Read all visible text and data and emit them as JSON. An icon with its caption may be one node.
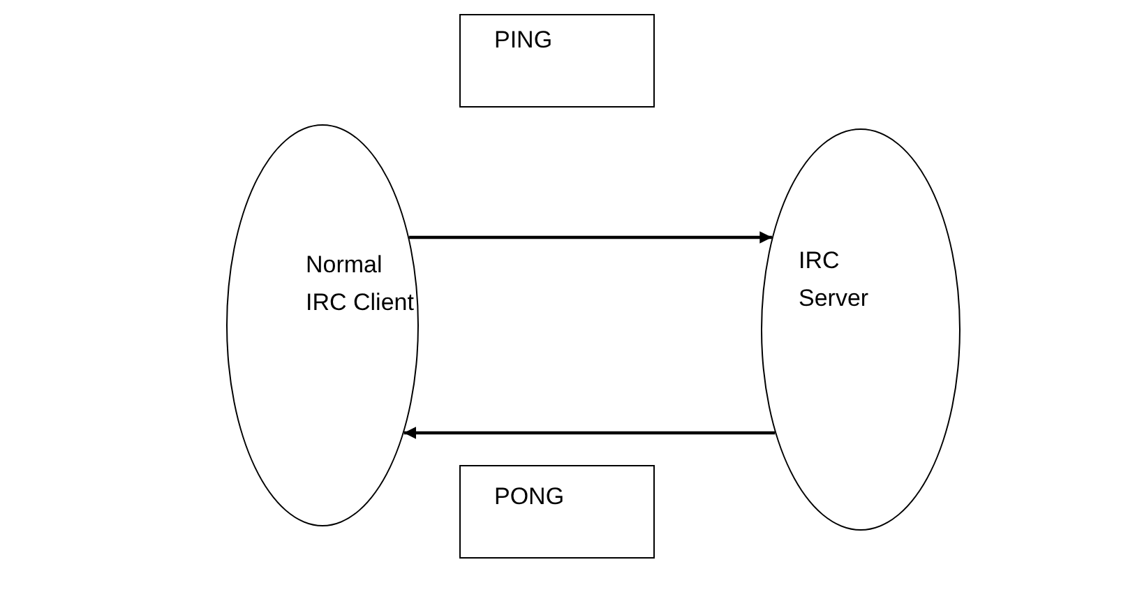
{
  "diagram": {
    "nodes": [
      {
        "text": [
          "Normal IRC Client"
        ]
      },
      {
        "text": [
          "PING"
        ]
      },
      {
        "text": [
          "IRC Server"
        ]
      },
      {
        "text": [
          "PONG"
        ]
      }
    ],
    "edges": [
      {
        "from": 0,
        "to": 2,
        "arrow": "to"
      },
      {
        "from": 2,
        "to": 0,
        "arrow": "to"
      }
    ]
  }
}
